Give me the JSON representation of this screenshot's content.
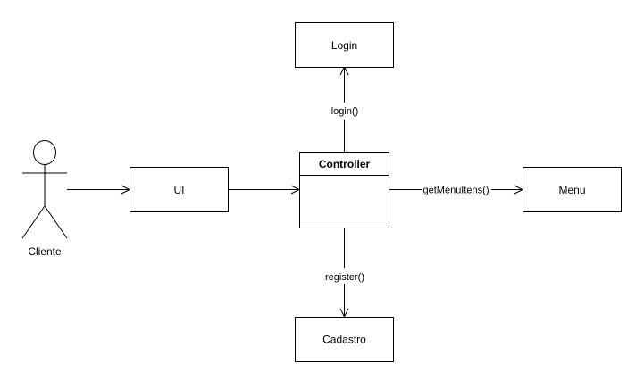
{
  "actor": {
    "label": "Cliente"
  },
  "nodes": {
    "ui": {
      "label": "UI"
    },
    "login": {
      "label": "Login"
    },
    "controller": {
      "label": "Controller"
    },
    "menu": {
      "label": "Menu"
    },
    "cadastro": {
      "label": "Cadastro"
    }
  },
  "edges": {
    "login": {
      "label": "login()"
    },
    "menu": {
      "label": "getMenuItens()"
    },
    "cadastro": {
      "label": "register()"
    }
  }
}
